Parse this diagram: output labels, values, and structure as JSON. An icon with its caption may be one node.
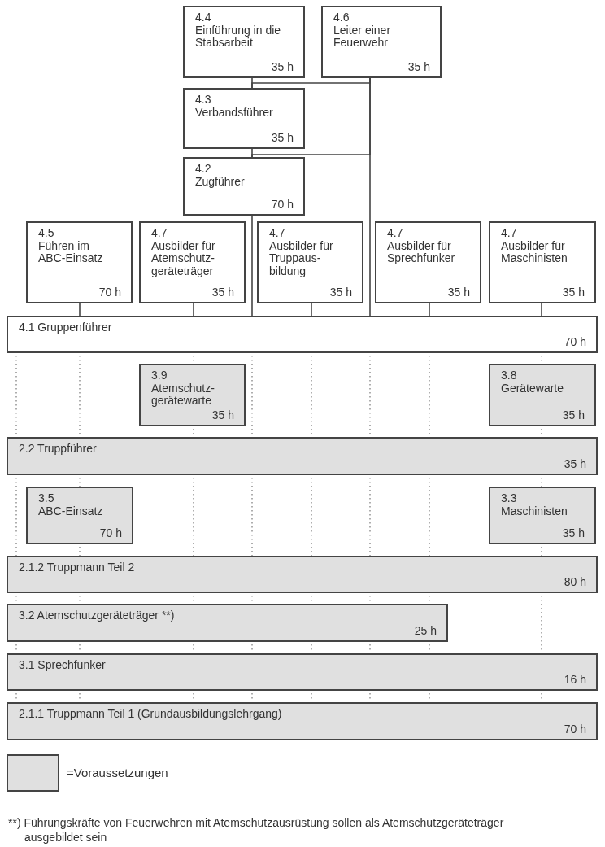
{
  "diagram": {
    "nodes": [
      {
        "text": [
          "4.4",
          "Einführung in die Stabsarbeit",
          "35 h"
        ]
      },
      {
        "text": [
          "4.6",
          "Leiter einer Feuerwehr",
          "35 h"
        ]
      },
      {
        "text": [
          "4.3",
          "Verbandsführer",
          "35 h"
        ]
      },
      {
        "text": [
          "4.2",
          "Zugführer",
          "70 h"
        ]
      },
      {
        "text": [
          "4.5",
          "Führen im ABC-Einsatz",
          "70 h"
        ]
      },
      {
        "text": [
          "4.7",
          "Ausbilder für Atemschutz- geräteträger",
          "35 h"
        ]
      },
      {
        "text": [
          "4.7",
          "Ausbilder für Truppaus- bildung",
          "35 h"
        ]
      },
      {
        "text": [
          "4.7",
          "Ausbilder für Sprechfunker",
          "35 h"
        ]
      },
      {
        "text": [
          "4.7",
          "Ausbilder für Maschinisten",
          "35 h"
        ]
      },
      {
        "text": [
          "4.1 Gruppenführer",
          "70 h"
        ]
      },
      {
        "text": [
          "3.9",
          "Atemschutz- gerätewarte",
          "35 h"
        ]
      },
      {
        "text": [
          "3.8",
          "Gerätewarte",
          "35 h"
        ]
      },
      {
        "text": [
          "2.2 Truppführer",
          "35 h"
        ]
      },
      {
        "text": [
          "3.5",
          "ABC-Einsatz",
          "70 h"
        ]
      },
      {
        "text": [
          "3.3",
          "Maschinisten",
          "35 h"
        ]
      },
      {
        "text": [
          "2.1.2 Truppmann Teil 2",
          "80 h"
        ]
      },
      {
        "text": [
          "3.2 Atemschutzgeräteträger **)",
          "25 h"
        ]
      },
      {
        "text": [
          "3.1 Sprechfunker",
          "16 h"
        ]
      },
      {
        "text": [
          "2.1.1 Truppmann Teil 1 (Grundausbildungslehrgang)",
          "70 h"
        ]
      }
    ],
    "edges": [
      {
        "from": 0,
        "to": 2,
        "arrow": "none"
      },
      {
        "from": 2,
        "to": 3,
        "arrow": "none"
      },
      {
        "from": 3,
        "to": 9,
        "arrow": "none"
      },
      {
        "from": 1,
        "to": 2,
        "arrow": "none"
      },
      {
        "from": 1,
        "to": 3,
        "arrow": "none"
      },
      {
        "from": 1,
        "to": 9,
        "arrow": "none"
      },
      {
        "from": 4,
        "to": 9,
        "arrow": "none"
      },
      {
        "from": 5,
        "to": 9,
        "arrow": "none"
      },
      {
        "from": 6,
        "to": 9,
        "arrow": "none"
      },
      {
        "from": 7,
        "to": 9,
        "arrow": "none"
      },
      {
        "from": 8,
        "to": 9,
        "arrow": "none"
      }
    ],
    "labels": [
      "**) Führungskräfte von Feuerwehren mit Atemschutzausrüstung sollen als Atemschutzgeräteträger ausgebildet sein"
    ],
    "legend": [
      {
        "text": "=Voraussetzungen",
        "color": "#e0e0e0"
      }
    ]
  }
}
